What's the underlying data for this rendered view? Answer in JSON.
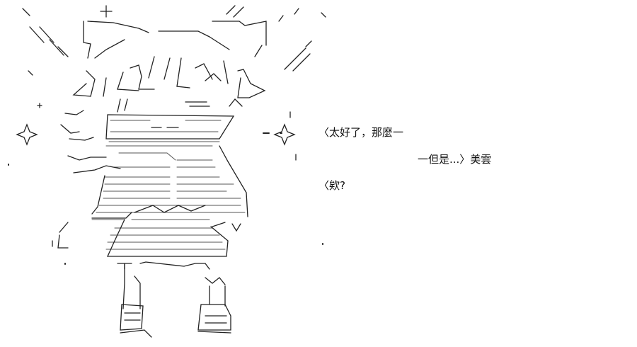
{
  "dialogue": [
    "〈太好了，那麼一",
    "一但是...〉美雲",
    "〈欸?"
  ],
  "colors": {
    "ink": "#111111",
    "background": "#ffffff"
  }
}
